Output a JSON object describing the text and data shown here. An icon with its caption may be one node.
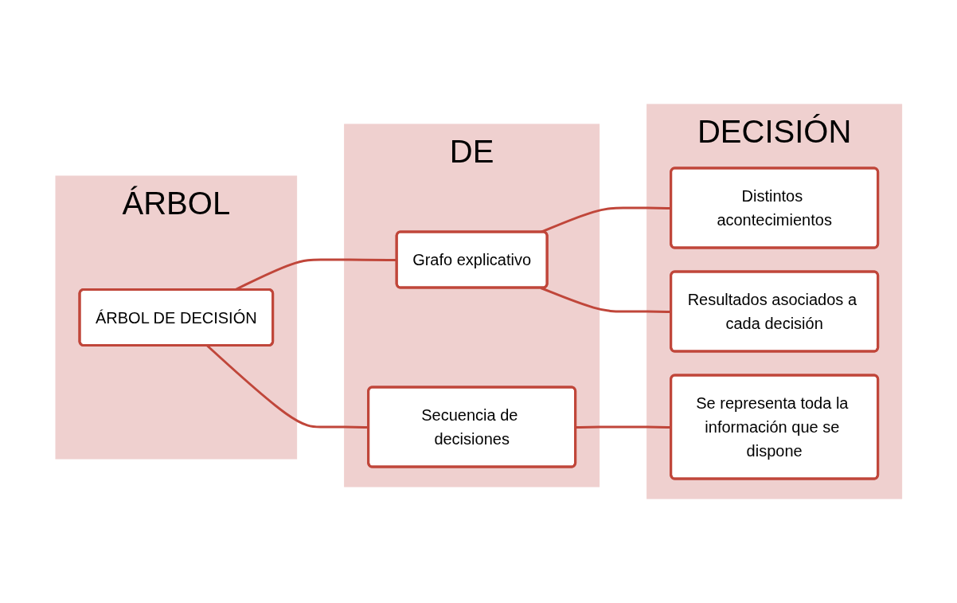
{
  "diagram": {
    "nodes": [
      {
        "text": [
          "ÁRBOL"
        ]
      },
      {
        "text": [
          "ÁRBOL DE DECISIÓN"
        ],
        "in": 0
      },
      {
        "text": [
          "DE"
        ]
      },
      {
        "text": [
          "Grafo explicativo"
        ],
        "in": 2
      },
      {
        "text": [
          "Secuencia de decisiones"
        ],
        "in": 2
      },
      {
        "text": [
          "DECISIÓN"
        ]
      },
      {
        "text": [
          "Distintos acontecimientos"
        ],
        "in": 5
      },
      {
        "text": [
          "Resultados asociados a cada decisión"
        ],
        "in": 5
      },
      {
        "text": [
          "Se representa toda la información que se dispone"
        ],
        "in": 5
      }
    ],
    "edges": [
      {
        "from": 1,
        "to": 3,
        "arrow": "none"
      },
      {
        "from": 1,
        "to": 4,
        "arrow": "none"
      },
      {
        "from": 3,
        "to": 6,
        "arrow": "none"
      },
      {
        "from": 3,
        "to": 7,
        "arrow": "none"
      },
      {
        "from": 4,
        "to": 8,
        "arrow": "none"
      }
    ]
  }
}
